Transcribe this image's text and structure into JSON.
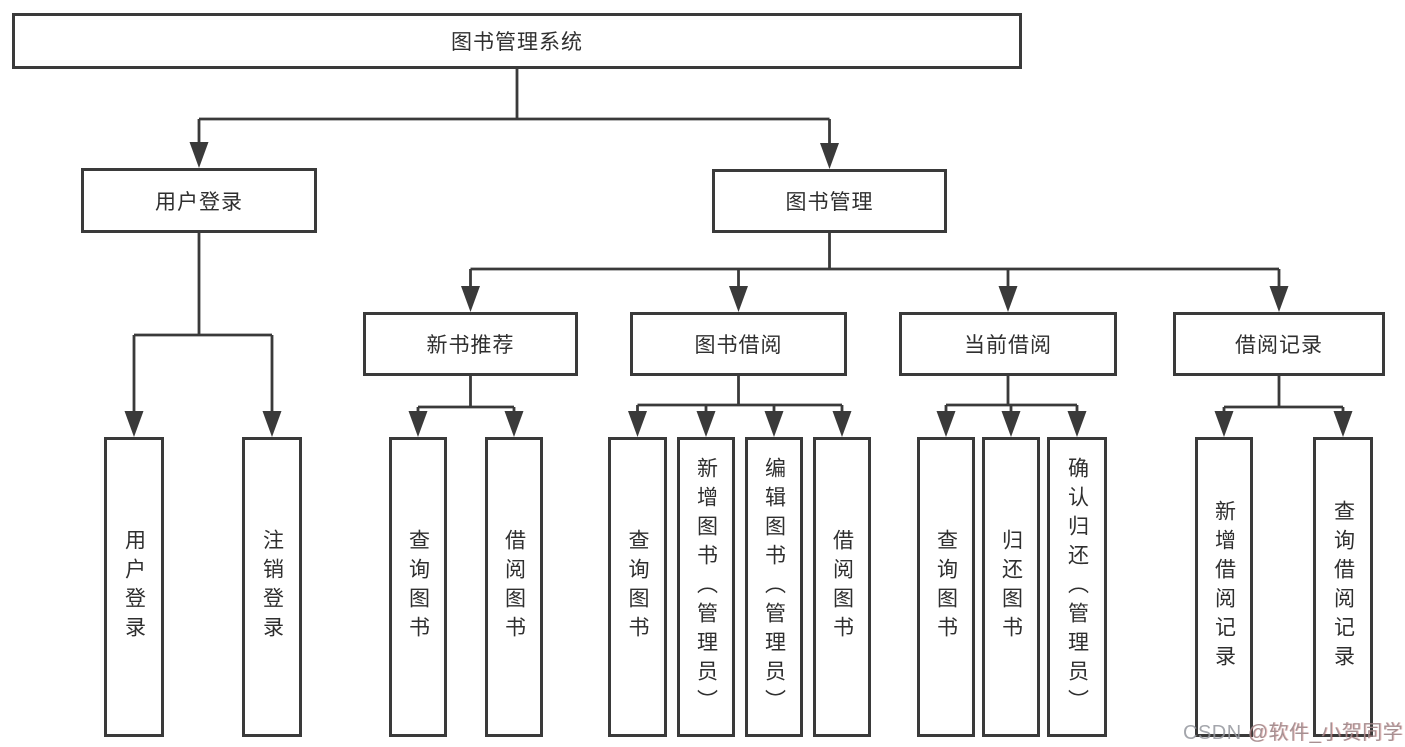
{
  "tree": {
    "label": "图书管理系统",
    "children": [
      {
        "label": "用户登录",
        "children": [
          {
            "label": "用户登录"
          },
          {
            "label": "注销登录"
          }
        ]
      },
      {
        "label": "图书管理",
        "children": [
          {
            "label": "新书推荐",
            "children": [
              {
                "label": "查询图书"
              },
              {
                "label": "借阅图书"
              }
            ]
          },
          {
            "label": "图书借阅",
            "children": [
              {
                "label": "查询图书"
              },
              {
                "label": "新增图书（管理员）"
              },
              {
                "label": "编辑图书（管理员）"
              },
              {
                "label": "借阅图书"
              }
            ]
          },
          {
            "label": "当前借阅",
            "children": [
              {
                "label": "查询图书"
              },
              {
                "label": "归还图书"
              },
              {
                "label": "确认归还（管理员）"
              }
            ]
          },
          {
            "label": "借阅记录",
            "children": [
              {
                "label": "新增借阅记录"
              },
              {
                "label": "查询借阅记录"
              }
            ]
          }
        ]
      }
    ]
  },
  "watermark": {
    "prefix": "CSDN ",
    "handle": "@软件_小贺同学"
  },
  "colors": {
    "line": "#3a3a3a",
    "box_border": "#3a3a3a",
    "text": "#2f2f2f",
    "background": "#ffffff"
  }
}
